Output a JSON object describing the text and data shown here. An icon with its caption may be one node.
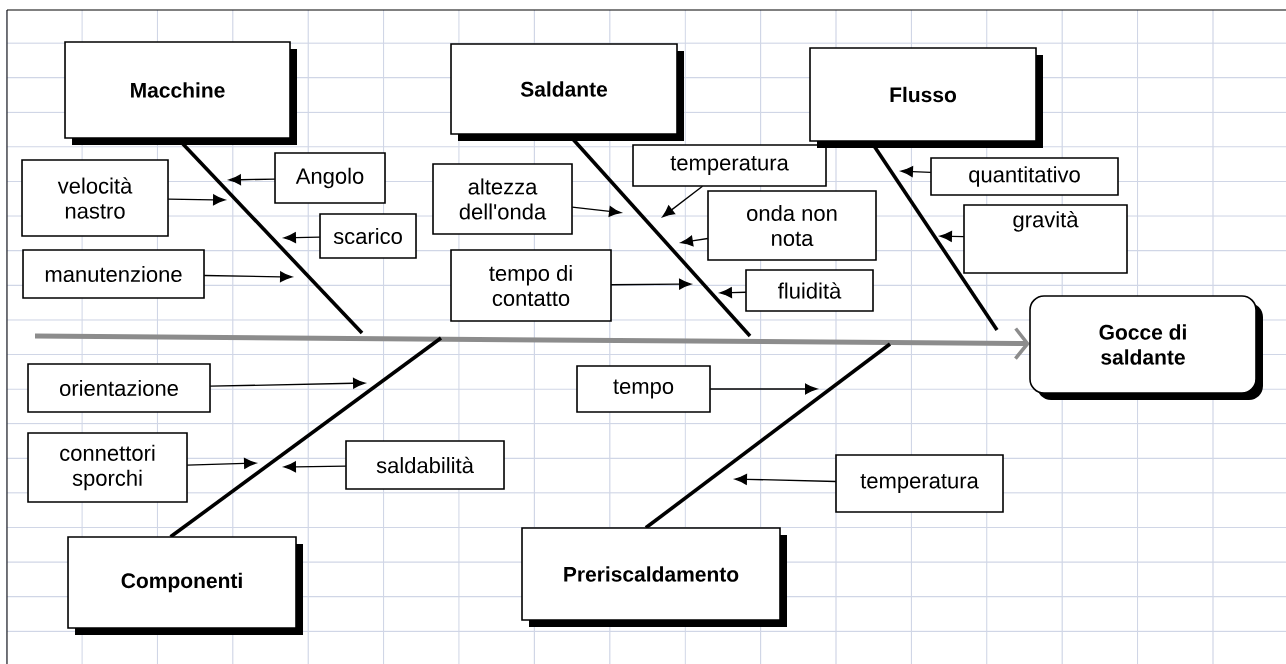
{
  "diagram": {
    "nodes": [
      {
        "text": [
          "Macchine"
        ]
      },
      {
        "text": [
          "velocità nastro"
        ]
      },
      {
        "text": [
          "Angolo"
        ]
      },
      {
        "text": [
          "scarico"
        ]
      },
      {
        "text": [
          "manutenzione"
        ]
      },
      {
        "text": [
          "Saldante"
        ]
      },
      {
        "text": [
          "altezza dell'onda"
        ]
      },
      {
        "text": [
          "temperatura"
        ]
      },
      {
        "text": [
          "onda non nota"
        ]
      },
      {
        "text": [
          "tempo di contatto"
        ]
      },
      {
        "text": [
          "fluidità"
        ]
      },
      {
        "text": [
          "Flusso"
        ]
      },
      {
        "text": [
          "quantitativo"
        ]
      },
      {
        "text": [
          "gravità"
        ]
      },
      {
        "text": [
          "Componenti"
        ]
      },
      {
        "text": [
          "orientazione"
        ]
      },
      {
        "text": [
          "connettori sporchi"
        ]
      },
      {
        "text": [
          "saldabilità"
        ]
      },
      {
        "text": [
          "Preriscaldamento"
        ]
      },
      {
        "text": [
          "tempo"
        ]
      },
      {
        "text": [
          "temperatura"
        ]
      },
      {
        "text": [
          "Gocce di saldante"
        ]
      }
    ],
    "edges": [
      {
        "from": null,
        "to": 21,
        "arrow": "to",
        "style": "thick",
        "color": "#8c8c8c"
      },
      {
        "from": 0,
        "to": null,
        "arrow": "none",
        "style": "thick"
      },
      {
        "from": 5,
        "to": null,
        "arrow": "none",
        "style": "thick"
      },
      {
        "from": 11,
        "to": null,
        "arrow": "none",
        "style": "thick"
      },
      {
        "from": 14,
        "to": null,
        "arrow": "none",
        "style": "thick"
      },
      {
        "from": 18,
        "to": null,
        "arrow": "none",
        "style": "thick"
      },
      {
        "from": 1,
        "to": null,
        "arrow": "to"
      },
      {
        "from": 2,
        "to": null,
        "arrow": "to"
      },
      {
        "from": 3,
        "to": null,
        "arrow": "to"
      },
      {
        "from": 4,
        "to": null,
        "arrow": "to"
      },
      {
        "from": 6,
        "to": null,
        "arrow": "to"
      },
      {
        "from": 7,
        "to": null,
        "arrow": "to"
      },
      {
        "from": 8,
        "to": null,
        "arrow": "to"
      },
      {
        "from": 9,
        "to": null,
        "arrow": "to"
      },
      {
        "from": 10,
        "to": null,
        "arrow": "to"
      },
      {
        "from": 12,
        "to": null,
        "arrow": "to"
      },
      {
        "from": 13,
        "to": null,
        "arrow": "to"
      },
      {
        "from": 15,
        "to": null,
        "arrow": "to"
      },
      {
        "from": 16,
        "to": null,
        "arrow": "to"
      },
      {
        "from": 17,
        "to": null,
        "arrow": "to"
      },
      {
        "from": 19,
        "to": null,
        "arrow": "to"
      },
      {
        "from": 20,
        "to": null,
        "arrow": "to"
      }
    ]
  }
}
